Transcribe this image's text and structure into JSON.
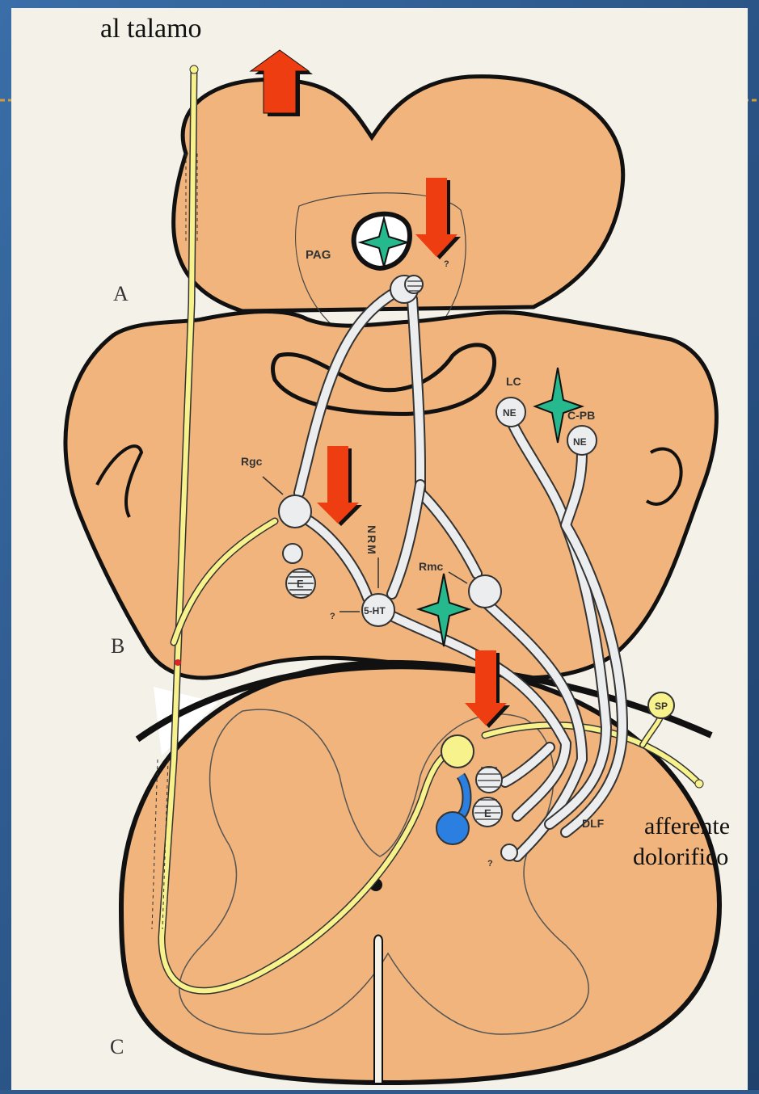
{
  "labels": {
    "al_talamo": "al talamo",
    "section_a": "A",
    "section_b": "B",
    "section_c": "C",
    "afferente": "afferente",
    "dolorifico": "dolorifico",
    "pag": "PAG",
    "lc": "LC",
    "c_pb": "C-PB",
    "ne_1": "NE",
    "ne_2": "NE",
    "rgc": "Rgc",
    "nrm": "NRM",
    "rmc": "Rmc",
    "five_ht": "5-HT",
    "e_1": "E",
    "e_2": "E",
    "dlf": "DLF",
    "sp": "SP",
    "q1": "?",
    "q2": "?",
    "q3": "?"
  },
  "colors": {
    "background": "#2f5a8c",
    "page": "#f4f1e8",
    "tissue": "#f0b47c",
    "yellow_fiber": "#f7f28c",
    "neuron_white": "#ecedee",
    "arrow_red": "#ef3d12",
    "star_green": "#27b98e",
    "blue_neuron": "#2b7fe0"
  }
}
